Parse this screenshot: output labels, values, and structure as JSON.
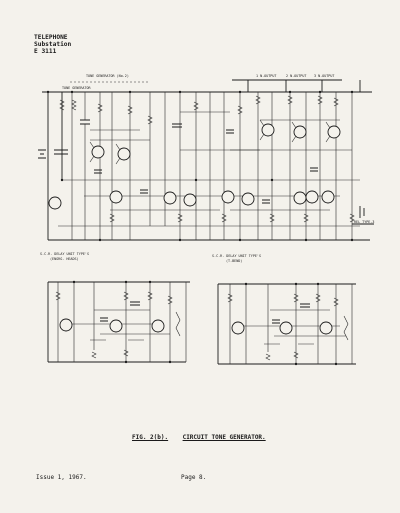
{
  "header": {
    "line1": "TELEPHONE",
    "line2": "Substation",
    "line3": "E 3111"
  },
  "diagram_labels": {
    "tone_generator_no": "TONE GENERATOR (No.2)",
    "tone_generator": "TONE GENERATOR",
    "out_1": "1 N.OUTPUT",
    "out_2": "2 N.OUTPUT",
    "out_3": "3 N.OUTPUT",
    "scr_delay_1": "S.C.R. DELAY UNIT TYPE'S",
    "scr_delay_1_sub": "(ENGRG. HEADS)",
    "scr_delay_2": "S.C.R. DELAY UNIT TYPE'S",
    "scr_delay_2_sub": "(T-BEND)",
    "relay": "REL TYPE-3"
  },
  "caption": {
    "fig": "FIG. 2(b).",
    "title": "CIRCUIT TONE GENERATOR."
  },
  "footer": {
    "issue": "Issue 1, 1967.",
    "page": "Page 8."
  }
}
